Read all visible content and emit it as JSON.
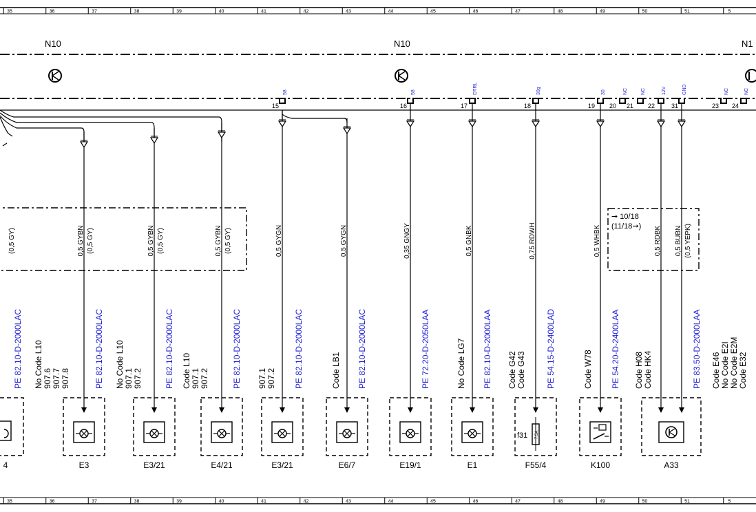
{
  "ruler": {
    "top_numbers": [
      "35",
      "36",
      "37",
      "38",
      "39",
      "40",
      "41",
      "42",
      "43",
      "44",
      "45",
      "46",
      "47",
      "48",
      "49",
      "50",
      "51",
      "5"
    ],
    "bottom_numbers": [
      "35",
      "36",
      "37",
      "38",
      "39",
      "40",
      "41",
      "42",
      "43",
      "44",
      "45",
      "46",
      "47",
      "48",
      "49",
      "50",
      "51",
      "5"
    ]
  },
  "modules": [
    {
      "label": "N10"
    },
    {
      "label": "N10"
    },
    {
      "label": "N1"
    }
  ],
  "connector_pins": [
    {
      "pin": "15",
      "signal": "58"
    },
    {
      "pin": "16",
      "signal": "58"
    },
    {
      "pin": "17",
      "signal": "DTRL"
    },
    {
      "pin": "18",
      "signal": "30g"
    },
    {
      "pin": "19",
      "signal": "30"
    },
    {
      "pin": "20",
      "signal": "NC"
    },
    {
      "pin": "21",
      "signal": "NC"
    },
    {
      "pin": "22",
      "signal": "12V"
    },
    {
      "pin": "31",
      "signal": "GND"
    },
    {
      "pin": "23",
      "signal": "NC"
    },
    {
      "pin": "24",
      "signal": "NC"
    }
  ],
  "wires": [
    {
      "label": "(0,5 GY)"
    },
    {
      "label": "0,5 GYBN",
      "alt": "(0,5 GY)"
    },
    {
      "label": "0,5 GYBN",
      "alt": "(0,5 GY)"
    },
    {
      "label": "0,5 GYBN",
      "alt": "(0,5 GY)"
    },
    {
      "label": "0,5 GYGN"
    },
    {
      "label": "0,5 GYGN"
    },
    {
      "label": "0,35 GNGY"
    },
    {
      "label": "0,5 GNBK"
    },
    {
      "label": "0,75 RDWH"
    },
    {
      "label": "0,5 WHBK"
    },
    {
      "label": "0,5 RDBK"
    },
    {
      "label": "0,5 BUBN",
      "alt": "(0,5 YEPK)"
    }
  ],
  "date_note": {
    "line1": "10/18",
    "line2": "(11/18"
  },
  "references": [
    "PE 82.10-D-2000LAC",
    "PE 82.10-D-2000LAC",
    "PE 82.10-D-2000LAC",
    "PE 82.10-D-2000LAC",
    "PE 82.10-D-2000LAC",
    "PE 82.10-D-2000LAC",
    "PE 72.20-D-2050LAA",
    "PE 82.10-D-2000LAA",
    "PE 54.15-D-2400LAD",
    "PE 54.20-D-2400LAA",
    "PE 83.50-D-2000LAA"
  ],
  "code_notes": [
    [
      "No Code L10",
      "907.6",
      "907.7",
      "907.8"
    ],
    [
      "No Code L10",
      "907.1",
      "907.2"
    ],
    [
      "Code L10",
      "907.1",
      "907.2"
    ],
    [
      "907.1",
      "907.2"
    ],
    [
      "Code LB1"
    ],
    [
      "No Code LG7"
    ],
    [
      "Code G42",
      "Code G43"
    ],
    [
      "Code W78"
    ],
    [
      "Code H08",
      "Code HK4"
    ],
    [
      "Code E46",
      "No Code E2I",
      "No Code E2M",
      "Code E32"
    ]
  ],
  "components": [
    {
      "label": "4"
    },
    {
      "label": "E3"
    },
    {
      "label": "E3/21"
    },
    {
      "label": "E4/21"
    },
    {
      "label": "E3/21"
    },
    {
      "label": "E6/7"
    },
    {
      "label": "E19/1"
    },
    {
      "label": "E1"
    },
    {
      "label": "F55/4",
      "fuse": "f31",
      "rating": "7.5A"
    },
    {
      "label": "K100"
    },
    {
      "label": "A33"
    }
  ]
}
